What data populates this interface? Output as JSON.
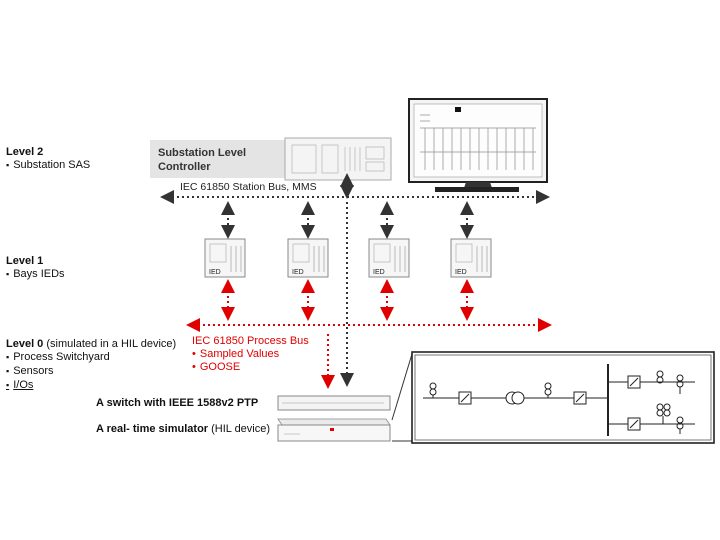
{
  "level2": {
    "title": "Level 2",
    "items": [
      "Substation SAS"
    ]
  },
  "level1": {
    "title": "Level 1",
    "items": [
      "Bays IEDs"
    ]
  },
  "level0": {
    "title": "Level 0",
    "note": "(simulated in a HIL device)",
    "items": [
      "Process Switchyard",
      "Sensors",
      "I/Os"
    ]
  },
  "controller": {
    "line1": "Substation Level",
    "line2": "Controller"
  },
  "station_bus": {
    "label": "IEC 61850 Station Bus, MMS"
  },
  "process_bus": {
    "label": "IEC 61850 Process Bus",
    "items": [
      "Sampled Values",
      "GOOSE"
    ]
  },
  "ied_label": "IED",
  "switch": {
    "label": "A switch with IEEE 1588v2 PTP"
  },
  "simulator": {
    "label": "A real- time simulator",
    "note": "(HIL device)"
  },
  "colors": {
    "process_bus": "#e00000",
    "station_bus": "#333333",
    "frame": "#222222"
  }
}
